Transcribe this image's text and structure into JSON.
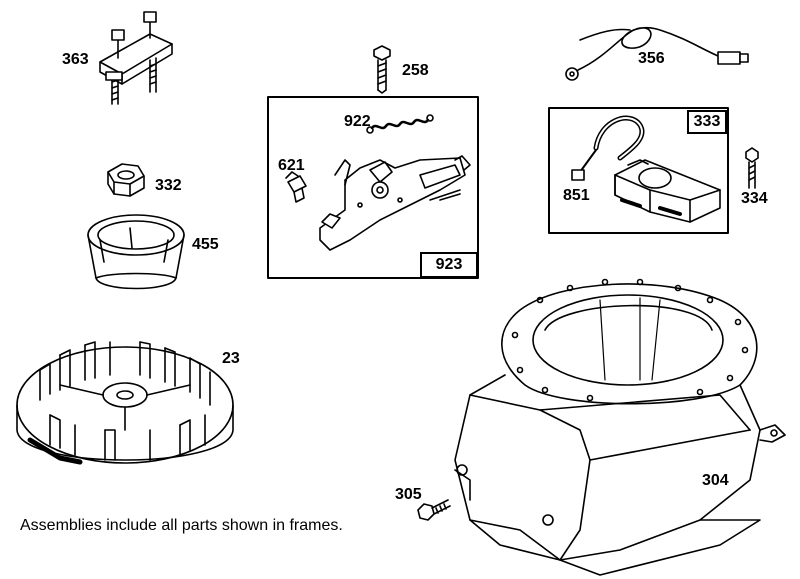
{
  "parts": {
    "p363": "363",
    "p258": "258",
    "p356": "356",
    "p922": "922",
    "p333": "333",
    "p621": "621",
    "p332": "332",
    "p851": "851",
    "p334": "334",
    "p455": "455",
    "p923": "923",
    "p23": "23",
    "p304": "304",
    "p305": "305"
  },
  "note": "Assemblies include all parts shown in frames."
}
